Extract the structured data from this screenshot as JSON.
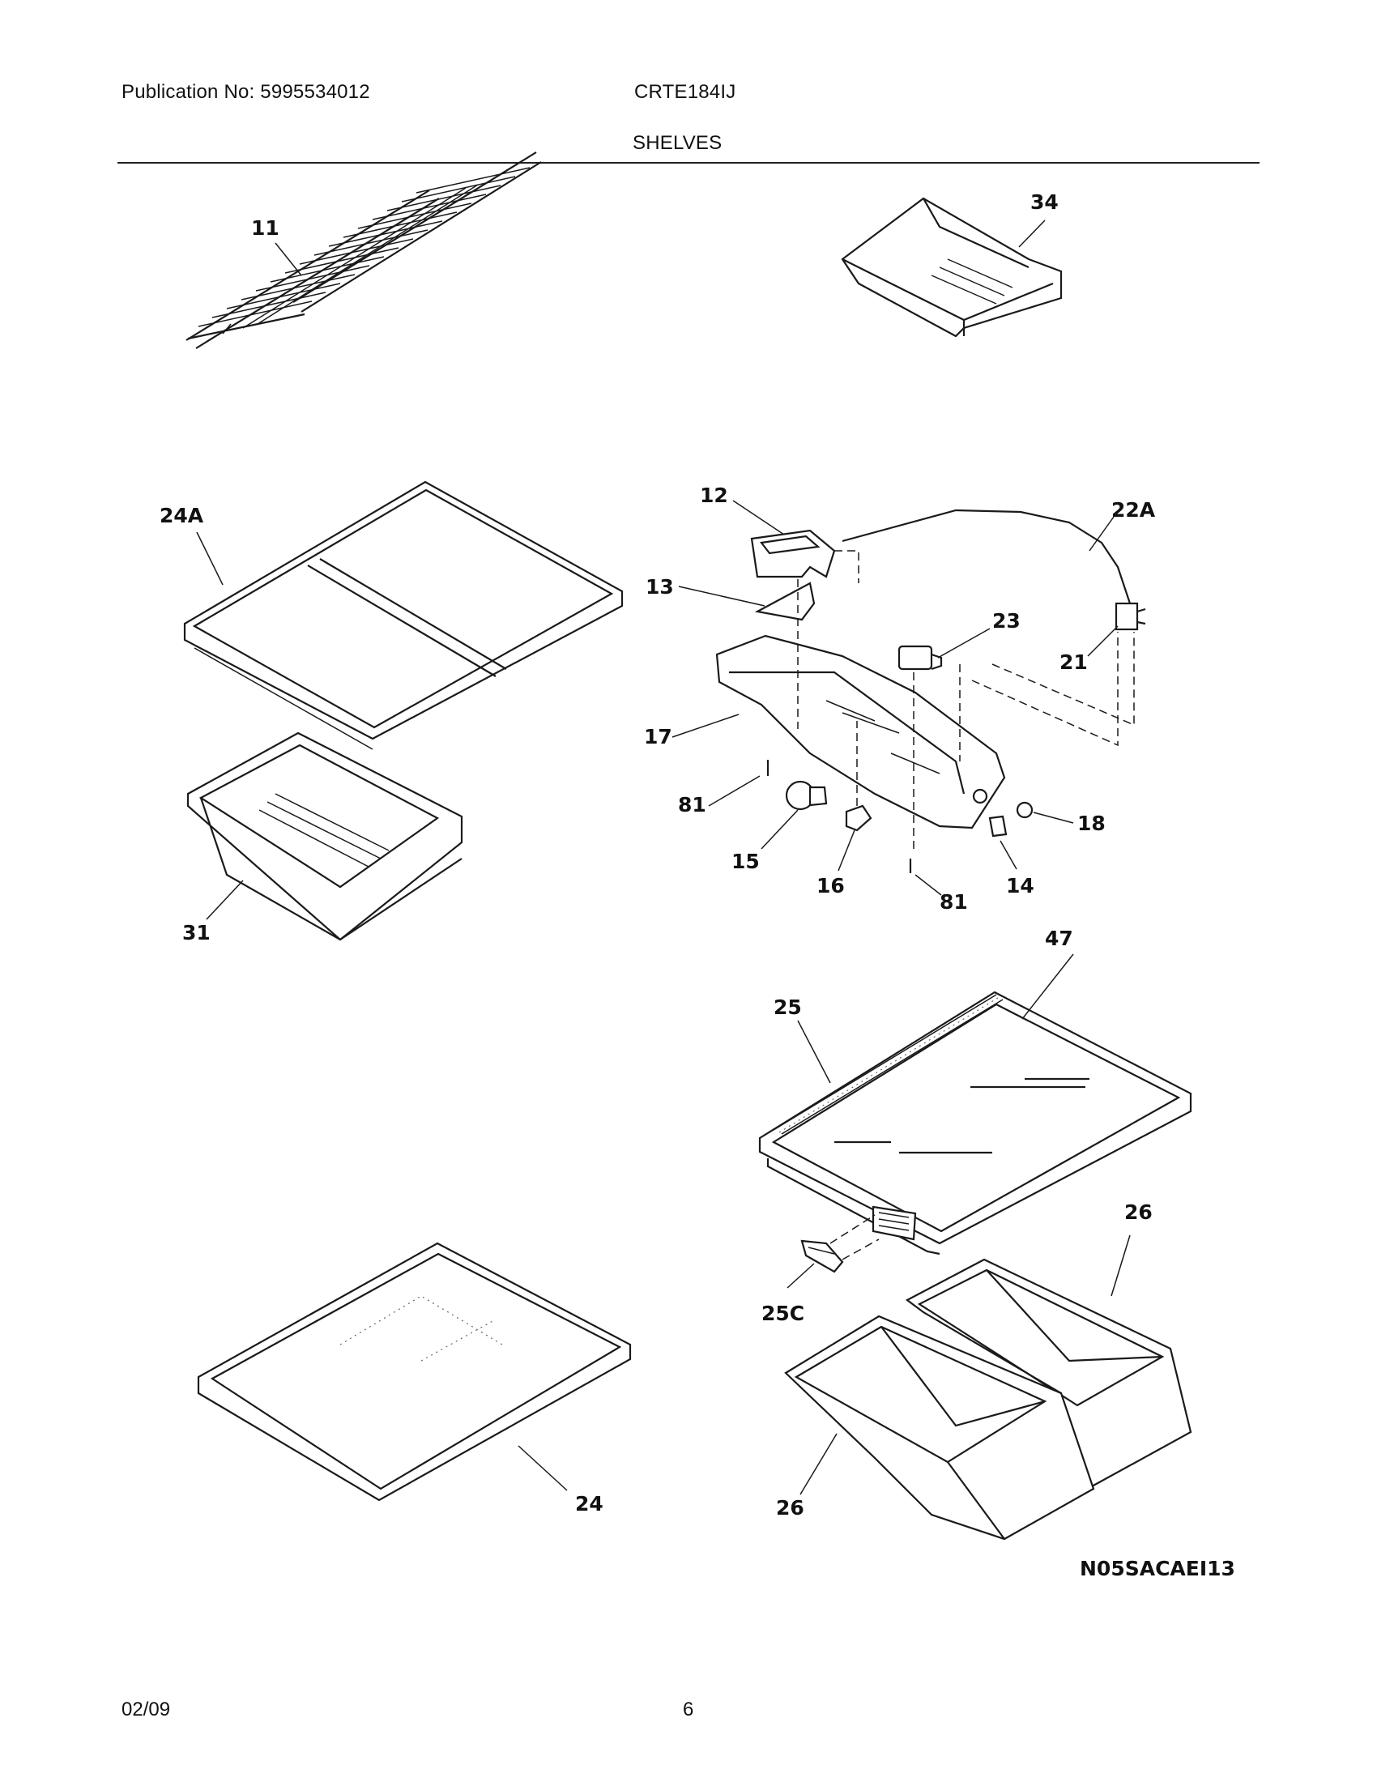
{
  "header": {
    "publication": "Publication No: 5995534012",
    "model": "CRTE184IJ",
    "section": "SHELVES"
  },
  "footer": {
    "date": "02/09",
    "page": "6"
  },
  "diagram_code": "N05SACAEI13",
  "callouts": {
    "c11": "11",
    "c34": "34",
    "c24A": "24A",
    "c12": "12",
    "c22A": "22A",
    "c13": "13",
    "c23": "23",
    "c21": "21",
    "c17": "17",
    "c81a": "81",
    "c18": "18",
    "c15": "15",
    "c16": "16",
    "c81b": "81",
    "c14": "14",
    "c31": "31",
    "c47": "47",
    "c25": "25",
    "c26a": "26",
    "c25C": "25C",
    "c24": "24",
    "c26b": "26"
  }
}
